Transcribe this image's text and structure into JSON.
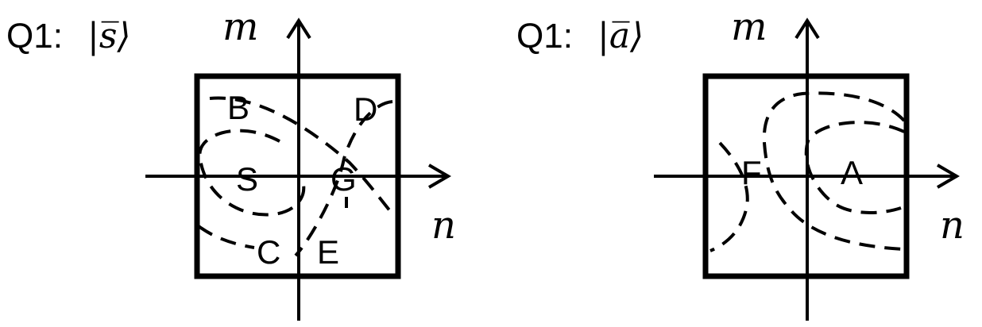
{
  "panels": [
    {
      "title_prefix": "Q1:",
      "title_state": "|s̅⟩",
      "y_axis_label": "m",
      "x_axis_label": "n",
      "labels": [
        "B",
        "D",
        "S",
        "G",
        "C",
        "E"
      ]
    },
    {
      "title_prefix": "Q1:",
      "title_state": "|a̅⟩",
      "y_axis_label": "m",
      "x_axis_label": "n",
      "labels": [
        "F",
        "A"
      ]
    }
  ]
}
